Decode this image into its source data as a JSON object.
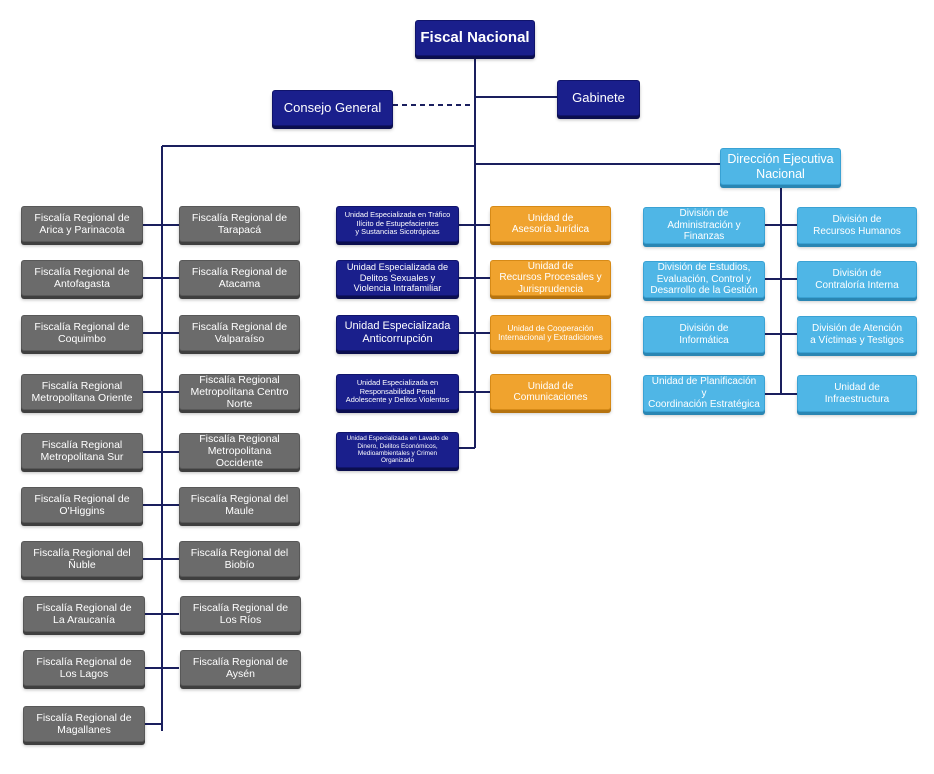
{
  "title": "Fiscal Nacional",
  "consejo": "Consejo General",
  "gabinete": "Gabinete",
  "direccion": "Dirección Ejecutiva\nNacional",
  "regional_left": [
    "Fiscalía Regional de\nArica y Parinacota",
    "Fiscalía Regional de\nAntofagasta",
    "Fiscalía Regional de\nCoquimbo",
    "Fiscalía Regional\nMetropolitana Oriente",
    "Fiscalía Regional\nMetropolitana Sur",
    "Fiscalía Regional de\nO'Higgins",
    "Fiscalía Regional del\nÑuble",
    "Fiscalía Regional de\nLa Araucanía",
    "Fiscalía Regional de\nLos Lagos",
    "Fiscalía Regional de\nMagallanes"
  ],
  "regional_right": [
    "Fiscalía Regional de\nTarapacá",
    "Fiscalía Regional de\nAtacama",
    "Fiscalía Regional de\nValparaíso",
    "Fiscalía Regional\nMetropolitana Centro Norte",
    "Fiscalía Regional\nMetropolitana Occidente",
    "Fiscalía Regional del\nMaule",
    "Fiscalía Regional del\nBiobío",
    "Fiscalía Regional de\nLos Ríos",
    "Fiscalía Regional de\nAysén"
  ],
  "especializadas": [
    "Unidad Especializada en Tráfico\nIlícito de Estupefacientes\ny Sustancias Sicotrópicas",
    "Unidad Especializada de\nDelitos Sexuales y\nViolencia Intrafamiliar",
    "Unidad Especializada\nAnticorrupción",
    "Unidad Especializada en\nResponsabilidad Penal\nAdolescente y Delitos Violentos",
    "Unidad Especializada en Lavado de\nDinero, Delitos Económicos,\nMedioambientales y Crimen Organizado"
  ],
  "unidades": [
    "Unidad de\nAsesoría Jurídica",
    "Unidad de\nRecursos Procesales y\nJurisprudencia",
    "Unidad de Cooperación\nInternacional y Extradiciones",
    "Unidad de Comunicaciones"
  ],
  "divisiones_left": [
    "División de\nAdministración y Finanzas",
    "División de Estudios,\nEvaluación, Control y\nDesarrollo de la Gestión",
    "División de\nInformática",
    "Unidad de Planificación y\nCoordinación Estratégica"
  ],
  "divisiones_right": [
    "División de\nRecursos Humanos",
    "División de\nContraloría Interna",
    "División de Atención\na Víctimas y Testigos",
    "Unidad de Infraestructura"
  ],
  "colors": {
    "navy": "#1a1f8c",
    "gray": "#6b6b6b",
    "orange": "#f0a32e",
    "sky": "#4fb6e6",
    "line": "#1a1f5e"
  }
}
